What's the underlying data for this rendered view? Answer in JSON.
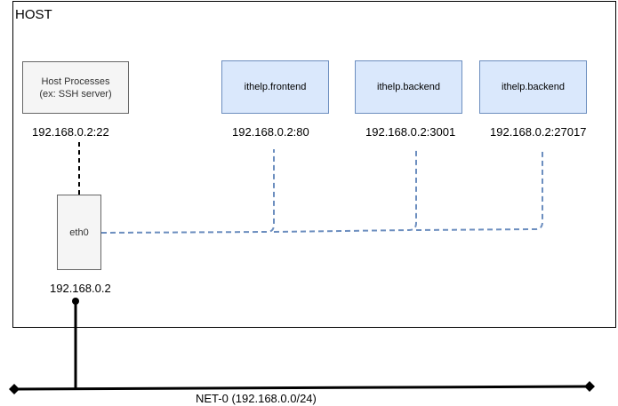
{
  "host": {
    "title": "HOST"
  },
  "host_processes": {
    "line1": "Host Processes",
    "line2": "(ex: SSH server)",
    "address": "192.168.0.2:22"
  },
  "containers": [
    {
      "name": "ithelp.frontend",
      "address": "192.168.0.2:80"
    },
    {
      "name": "ithelp.backend",
      "address": "192.168.0.2:3001"
    },
    {
      "name": "ithelp.backend",
      "address": "192.168.0.2:27017"
    }
  ],
  "interface": {
    "name": "eth0",
    "address": "192.168.0.2"
  },
  "network": {
    "label": "NET-0 (192.168.0.0/24)"
  },
  "colors": {
    "container_fill": "#dae8fc",
    "container_border": "#6c8ebf",
    "process_fill": "#f5f5f5",
    "bridge_line": "#6c8ebf"
  }
}
